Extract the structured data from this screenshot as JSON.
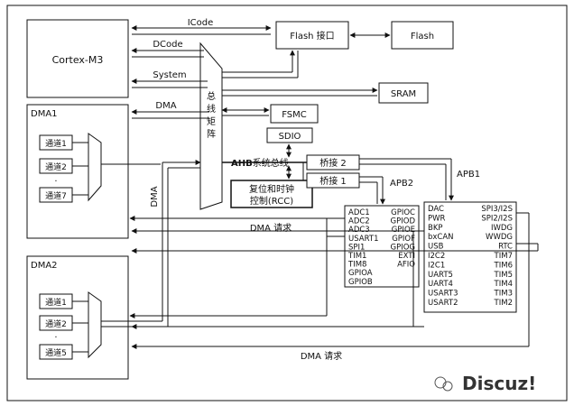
{
  "blocks": {
    "cortex": "Cortex-M3",
    "dma1": "DMA1",
    "dma2": "DMA2",
    "bus_matrix": "总线矩阵",
    "flash_if": "Flash 接口",
    "flash": "Flash",
    "sram": "SRAM",
    "fsmc": "FSMC",
    "sdio": "SDIO",
    "bridge2": "桥接 2",
    "bridge1": "桥接 1",
    "rcc_line1": "复位和时钟",
    "rcc_line2": "控制(RCC)"
  },
  "buses": {
    "icode": "ICode",
    "dcode": "DCode",
    "system": "System",
    "dma": "DMA",
    "dma_vertical": "DMA",
    "ahb_bold": "AHB",
    "ahb_rest": "系统总线",
    "apb1": "APB1",
    "apb2": "APB2",
    "dma_request_1": "DMA 请求",
    "dma_request_2": "DMA 请求"
  },
  "dma1_channels": [
    "通道1",
    "通道2",
    "通道7"
  ],
  "dma2_channels": [
    "通道1",
    "通道2",
    "通道5"
  ],
  "ellipsis": "·",
  "apb2_left": [
    "ADC1",
    "ADC2",
    "ADC3",
    "USART1",
    "SPI1",
    "TIM1",
    "TIM8",
    "GPIOA",
    "GPIOB"
  ],
  "apb2_right": [
    "GPIOC",
    "GPIOD",
    "GPIOE",
    "GPIOF",
    "GPIOG",
    "EXTI",
    "AFIO"
  ],
  "apb1_left": [
    "DAC",
    "PWR",
    "BKP",
    "bxCAN",
    "USB",
    "I2C2",
    "I2C1",
    "UART5",
    "UART4",
    "USART3",
    "USART2"
  ],
  "apb1_right": [
    "SPI3/I2S",
    "SPI2/I2S",
    "IWDG",
    "WWDG",
    "RTC",
    "TIM7",
    "TIM6",
    "TIM5",
    "TIM4",
    "TIM3",
    "TIM2"
  ],
  "watermark": "Discuz!",
  "colors": {
    "line": "#111111",
    "watermark": "#333333"
  }
}
